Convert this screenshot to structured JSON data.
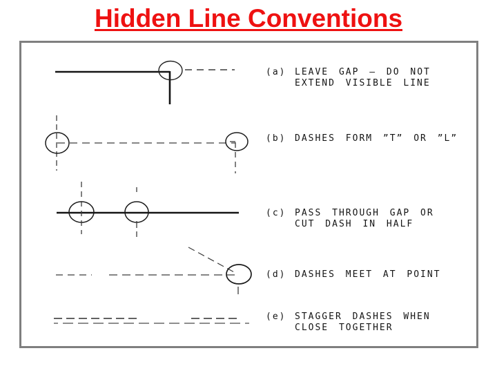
{
  "slide": {
    "title": "Hidden Line Conventions"
  },
  "conventions": [
    {
      "label": "(a)",
      "line1": "LEAVE GAP – DO NOT",
      "line2": "EXTEND VISIBLE LINE"
    },
    {
      "label": "(b)",
      "line1": "DASHES FORM ”T” OR ”L”",
      "line2": ""
    },
    {
      "label": "(c)",
      "line1": "PASS THROUGH GAP OR",
      "line2": "CUT DASH IN HALF"
    },
    {
      "label": "(d)",
      "line1": "DASHES MEET AT POINT",
      "line2": ""
    },
    {
      "label": "(e)",
      "line1": "STAGGER DASHES WHEN",
      "line2": "CLOSE TOGETHER"
    }
  ],
  "colors": {
    "title_red": "#ee1111",
    "frame_gray": "#7f7f7f",
    "solid_ink": "#141414",
    "dash_ink": "#3c3c3c"
  }
}
